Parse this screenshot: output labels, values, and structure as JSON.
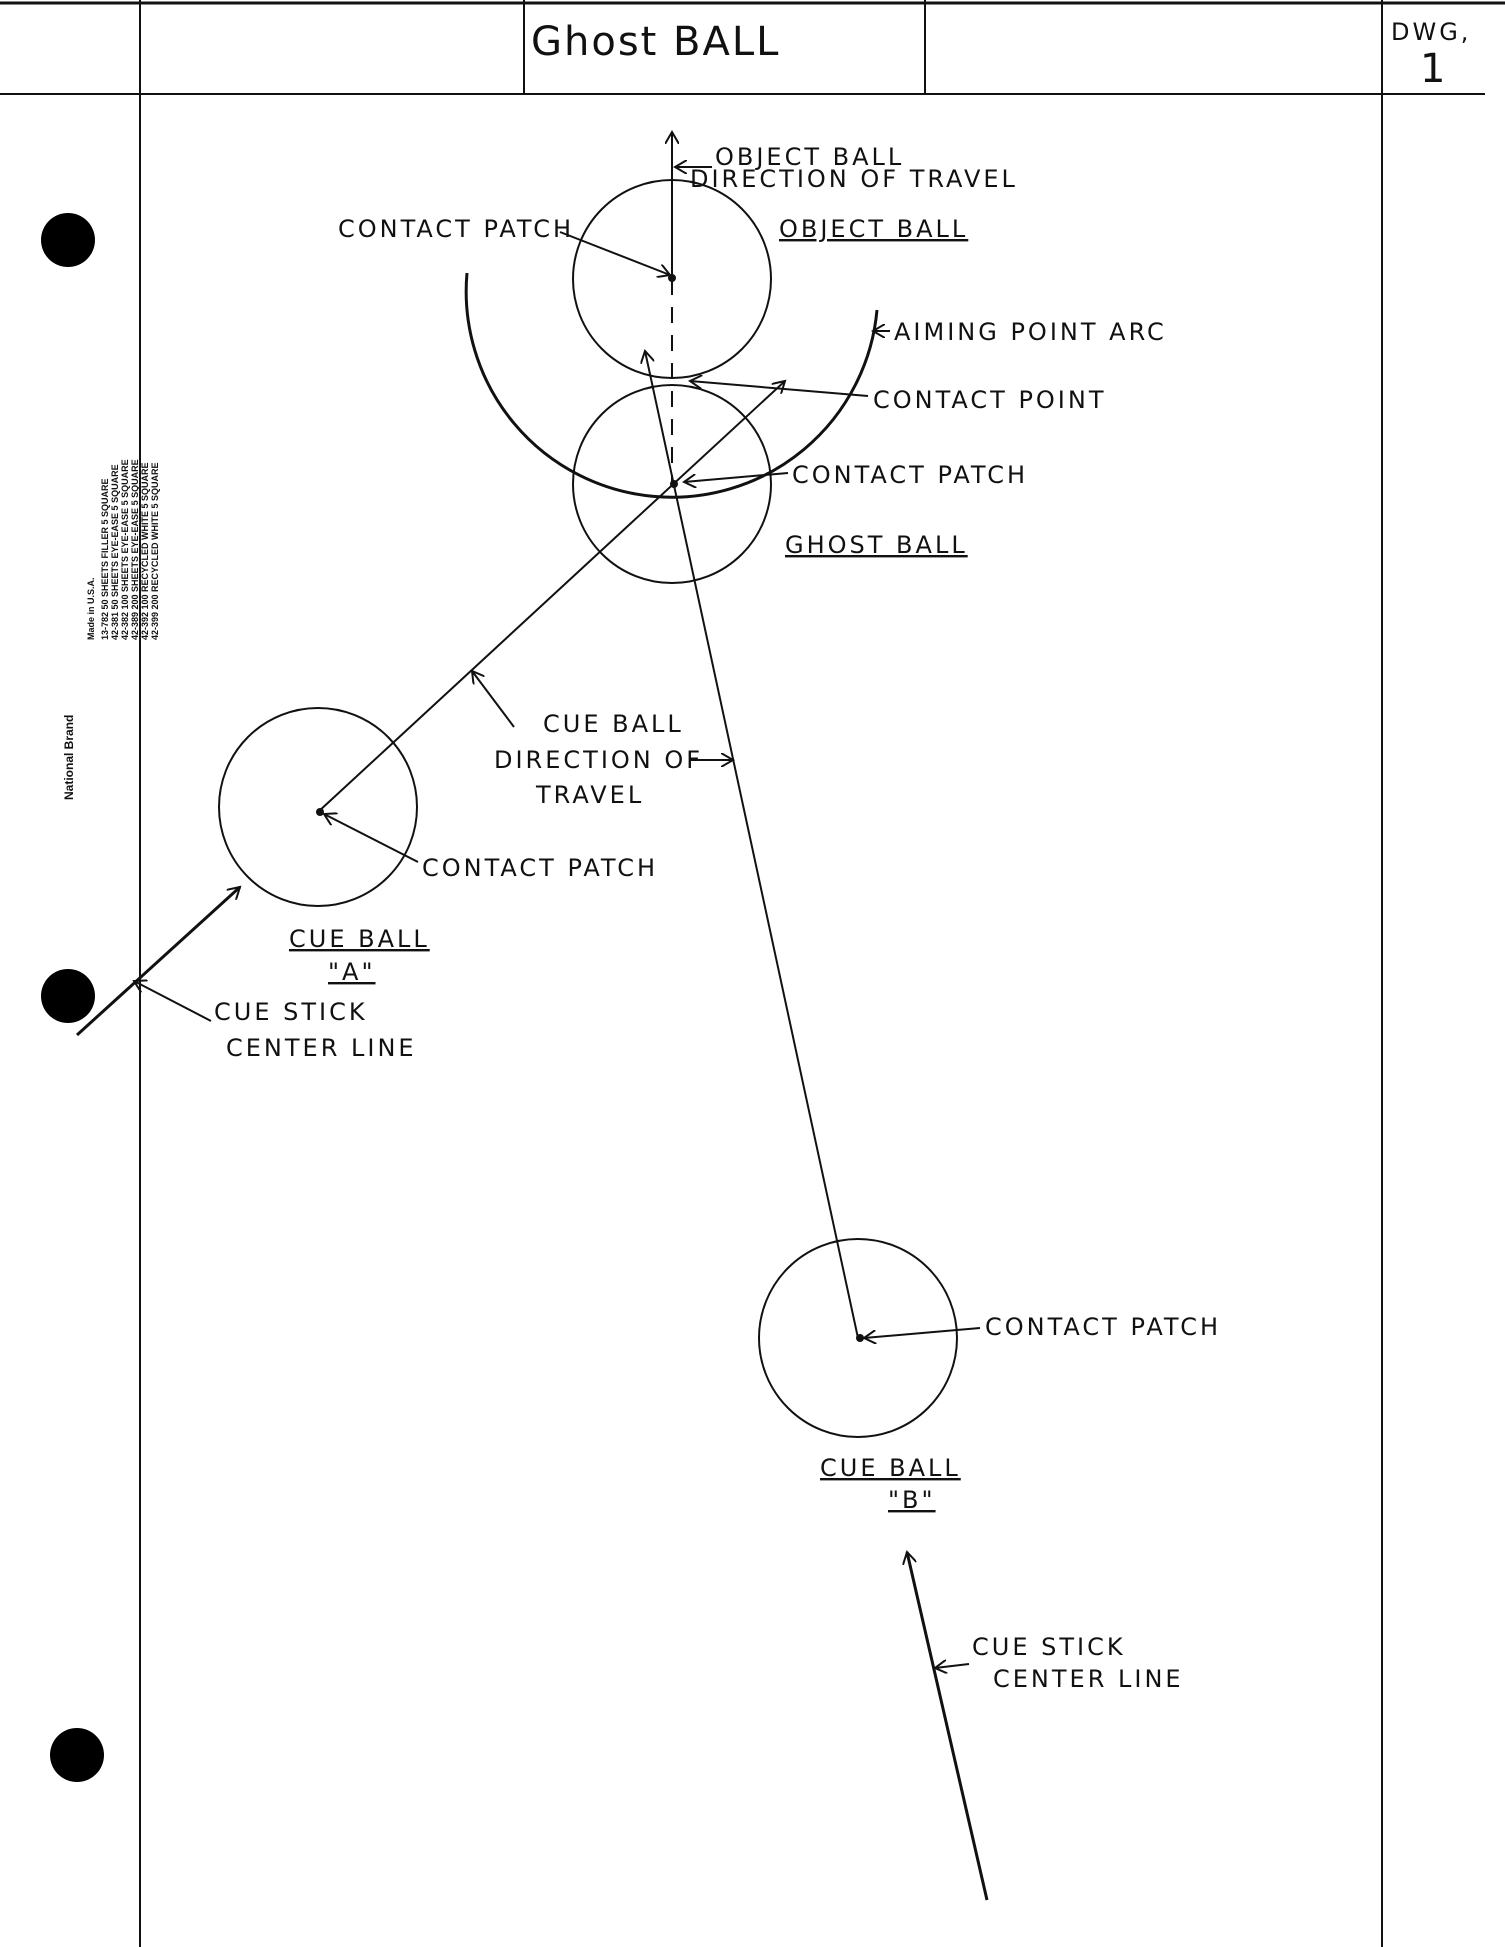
{
  "header": {
    "title": "Ghost BALL",
    "drawing_label": "DWG,",
    "drawing_number": "1"
  },
  "margin_imprint": {
    "brand": "National Brand",
    "lines": [
      "13-782   50 SHEETS FILLER 5 SQUARE",
      "42-381   50 SHEETS EYE-EASE 5 SQUARE",
      "42-382   100 SHEETS EYE-EASE 5 SQUARE",
      "42-389   200 SHEETS EYE-EASE 5 SQUARE",
      "42-392   100 RECYCLED WHITE 5 SQUARE",
      "42-399   200 RECYCLED WHITE 5 SQUARE",
      "Made in U.S.A."
    ]
  },
  "labels": {
    "object_dir_1": "OBJECT BALL",
    "object_dir_2": "DIRECTION OF TRAVEL",
    "contact_patch_object": "CONTACT PATCH",
    "object_ball": "OBJECT BALL",
    "aiming_arc": "AIMING POINT ARC",
    "contact_point": "CONTACT POINT",
    "contact_patch_ghost": "CONTACT PATCH",
    "ghost_ball": "GHOST BALL",
    "cue_dir_1": "CUE BALL",
    "cue_dir_2": "DIRECTION OF",
    "cue_dir_3": "TRAVEL",
    "contact_patch_a": "CONTACT PATCH",
    "cue_ball_a": "CUE BALL",
    "cue_ball_a_id": "\"A\"",
    "cue_stick_a_1": "CUE STICK",
    "cue_stick_a_2": "CENTER LINE",
    "contact_patch_b": "CONTACT PATCH",
    "cue_ball_b": "CUE BALL",
    "cue_ball_b_id": "\"B\"",
    "cue_stick_b_1": "CUE STICK",
    "cue_stick_b_2": "CENTER LINE"
  }
}
